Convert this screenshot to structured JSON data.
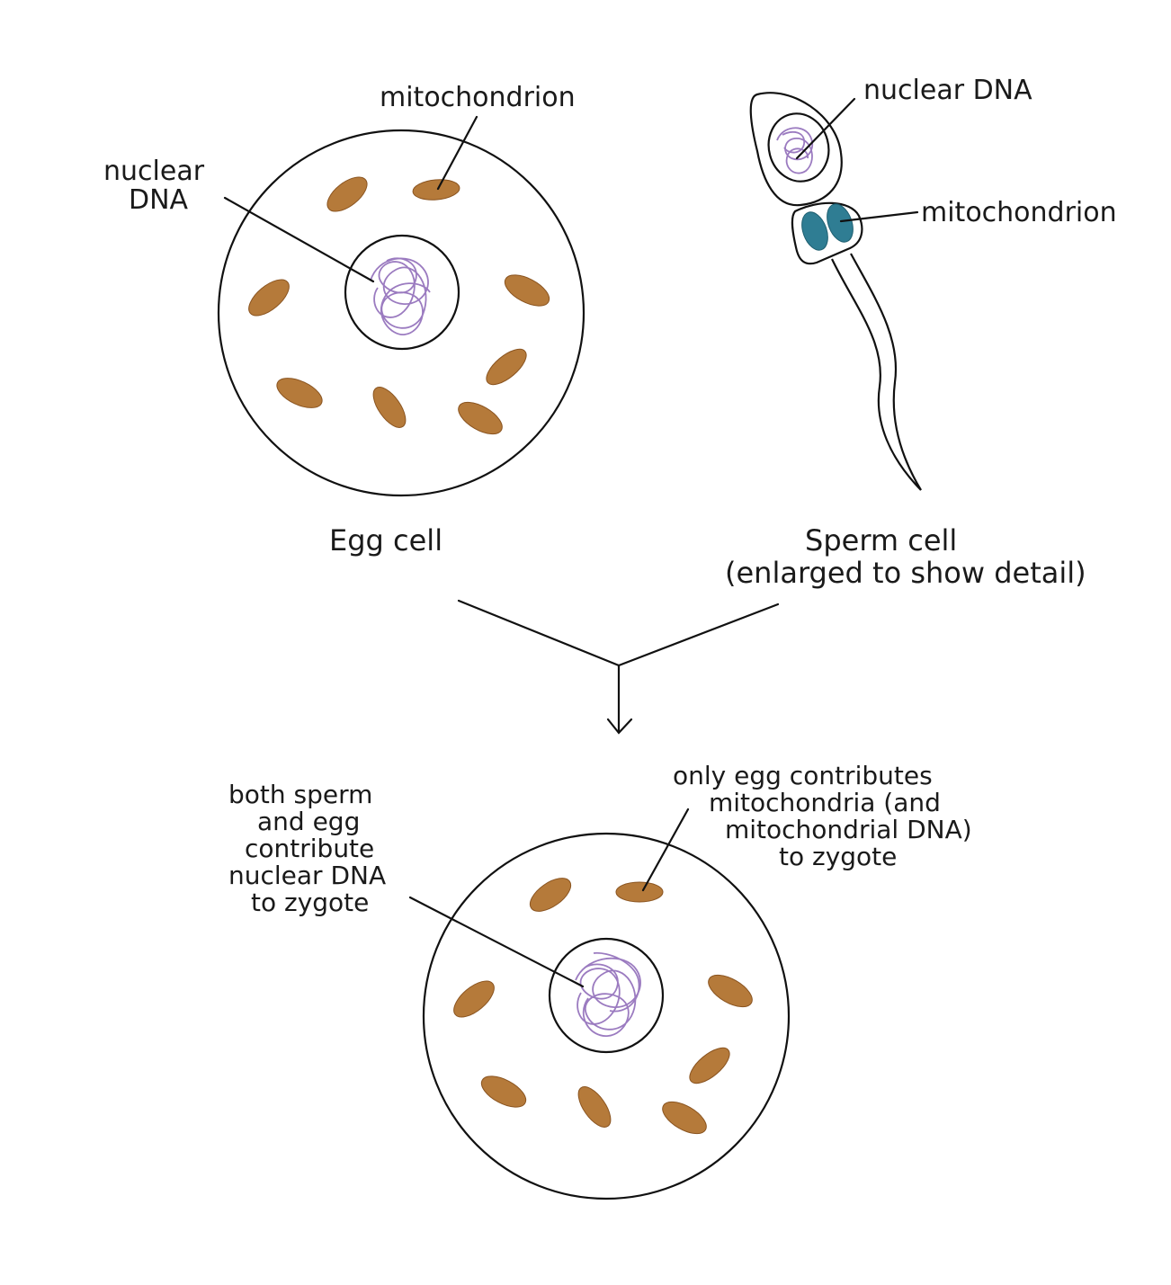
{
  "colors": {
    "mitochondrion_egg": "#b57a3a",
    "mitochondrion_sperm": "#2f7d93",
    "nuclear_dna": "#9b7bc0",
    "outline": "#111111"
  },
  "egg": {
    "label_mitochondrion": "mitochondrion",
    "label_nuclear_line1": "nuclear",
    "label_nuclear_line2": "DNA",
    "caption": "Egg cell"
  },
  "sperm": {
    "label_nuclear": "nuclear DNA",
    "label_mitochondrion": "mitochondrion",
    "caption_line1": "Sperm cell",
    "caption_line2": "(enlarged to show detail)"
  },
  "zygote": {
    "label_nuclear": [
      "both sperm",
      "and egg",
      "contribute",
      "nuclear DNA",
      "to zygote"
    ],
    "label_mito": [
      "only egg contributes",
      "mitochondria (and",
      "mitochondrial DNA)",
      "to zygote"
    ]
  }
}
